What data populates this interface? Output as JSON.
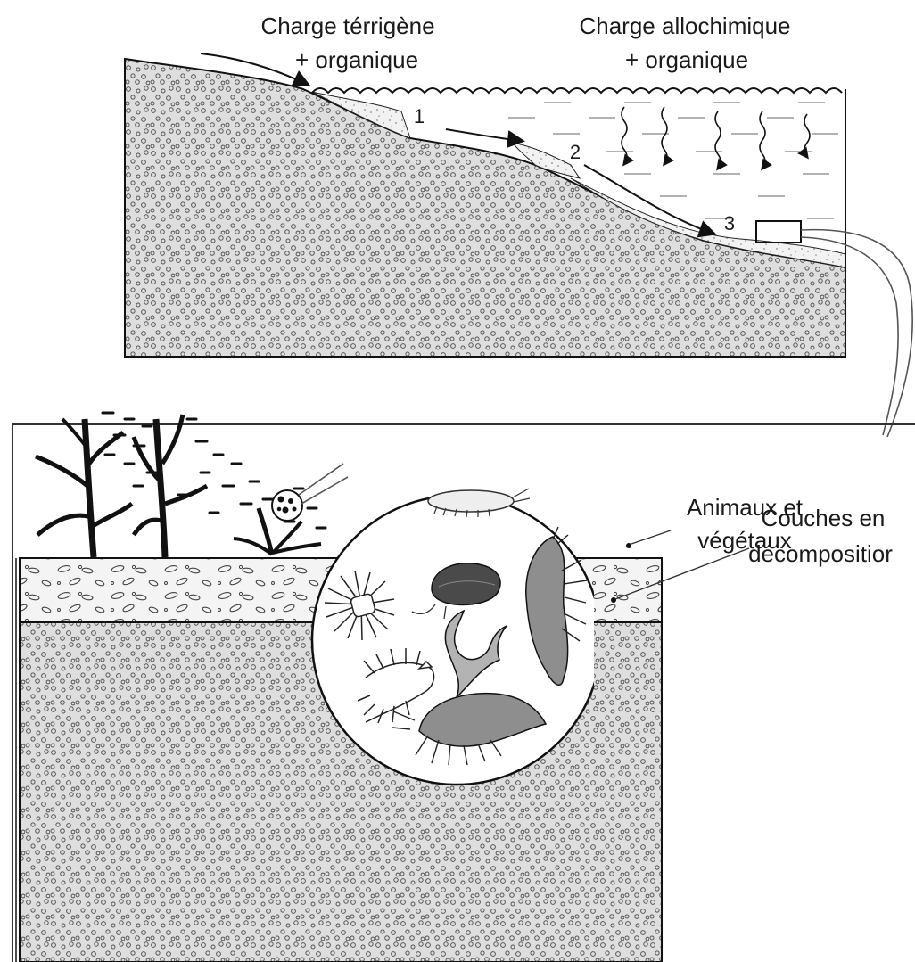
{
  "top_panel": {
    "label_left_line1": "Charge térrigène",
    "label_left_line2": "+ organique",
    "label_right_line1": "Charge allochimique",
    "label_right_line2": "+ organique",
    "zone_1": "1",
    "zone_2": "2",
    "zone_3": "3"
  },
  "bottom_panel": {
    "label_biota_line1": "Animaux et",
    "label_biota_line2": "végétaux",
    "label_layers_line1": "Couches en",
    "label_layers_line2": "décompositior"
  }
}
